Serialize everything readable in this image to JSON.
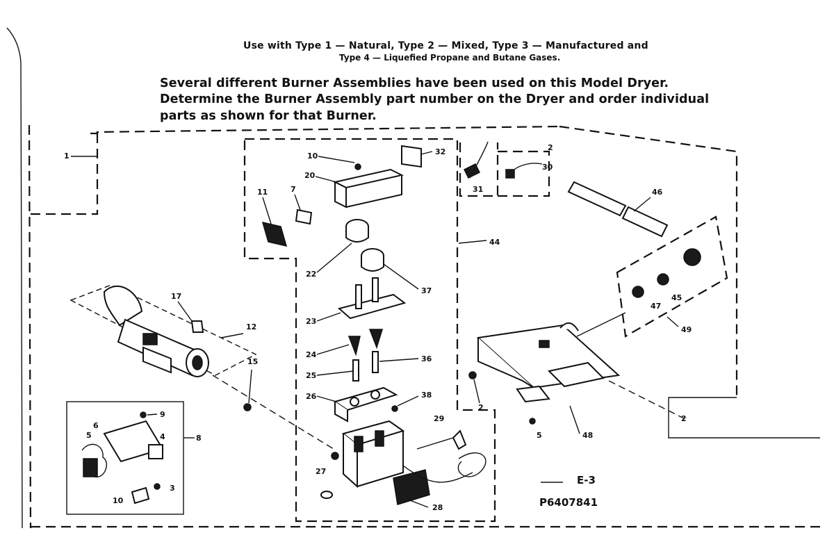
{
  "header": {
    "line1": "Use with Type 1 — Natural, Type 2 — Mixed, Type 3 — Manufactured and",
    "line2": "Type 4 — Liquefied Propane and Butane Gases.",
    "body1": "Several different Burner Assemblies have been used on this Model Dryer.",
    "body2": "Determine the Burner Assembly part number on the Dryer and order individual",
    "body3": "parts as shown for that Burner."
  },
  "callouts": {
    "c1": "1",
    "c10": "10",
    "c20": "20",
    "c32": "32",
    "c11": "11",
    "c7": "7",
    "c2a": "2",
    "c30a": "30",
    "c31": "31",
    "c46a": "46",
    "c44": "44",
    "c22": "22",
    "c37": "37",
    "c23": "23",
    "c24": "24",
    "c36": "36",
    "c25": "25",
    "c26": "26",
    "c38": "38",
    "c29": "29",
    "c27": "27",
    "c28": "28",
    "c17": "17",
    "c12": "12",
    "c15": "15",
    "c8": "8",
    "c5": "5",
    "c4": "4",
    "c9": "9",
    "c6": "6",
    "c3": "3",
    "c10b": "10",
    "c47": "47",
    "c45": "45",
    "c49": "49",
    "c2b": "2",
    "c2c": "2",
    "c5b": "5",
    "c48": "48"
  },
  "footer": {
    "page": "E-3",
    "part_number": "P6407841"
  }
}
